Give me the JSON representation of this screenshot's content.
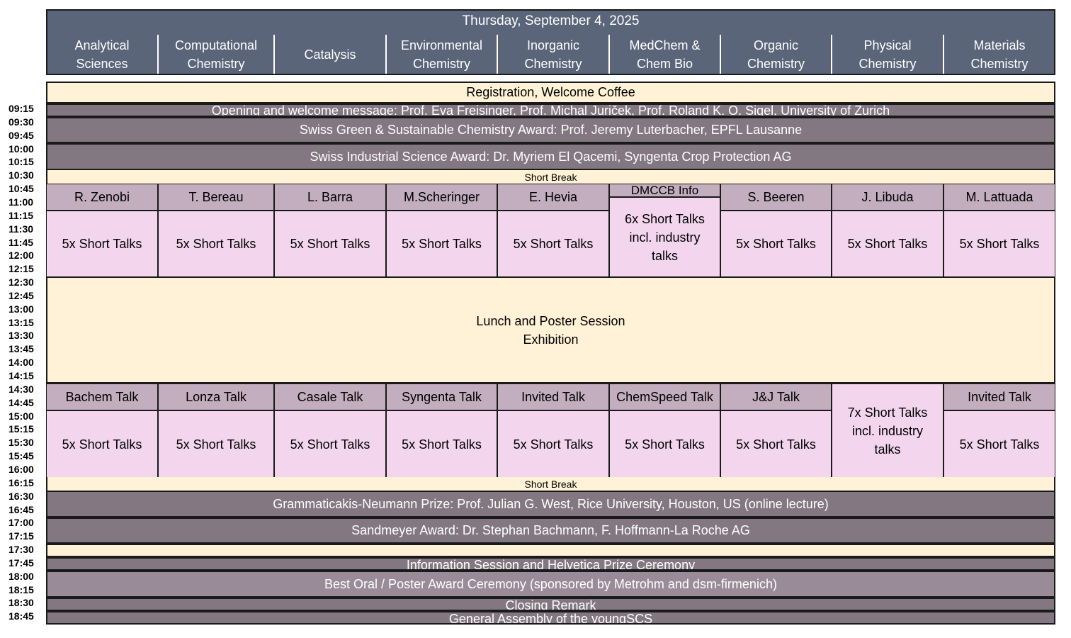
{
  "date": "Thursday, September 4, 2025",
  "columns": [
    "Analytical\nSciences",
    "Computational\nChemistry",
    "Catalysis",
    "Environmental\nChemistry",
    "Inorganic\nChemistry",
    "MedChem &\nChem Bio",
    "Organic\nChemistry",
    "Physical\nChemistry",
    "Materials\nChemistry"
  ],
  "times": [
    "09:15",
    "09:30",
    "09:45",
    "10:00",
    "10:15",
    "10:30",
    "10:45",
    "11:00",
    "11:15",
    "11:30",
    "11:45",
    "12:00",
    "12:15",
    "12:30",
    "12:45",
    "13:00",
    "13:15",
    "13:30",
    "13:45",
    "14:00",
    "14:15",
    "14:30",
    "14:45",
    "15:00",
    "15:15",
    "15:30",
    "15:45",
    "16:00",
    "16:15",
    "16:30",
    "16:45",
    "17:00",
    "17:15",
    "17:30",
    "17:45",
    "18:00",
    "18:15",
    "18:30",
    "18:45"
  ],
  "rows": {
    "registration": "Registration, Welcome Coffee",
    "opening": "Opening and welcome message: Prof. Eva Freisinger, Prof. Michal Juriček, Prof. Roland K. O. Sigel, University of Zurich",
    "green_award": "Swiss Green & Sustainable Chemistry Award: Prof. Jeremy Luterbacher, EPFL Lausanne",
    "industrial_award": "Swiss Industrial Science Award: Dr. Myriem El Qacemi, Syngenta Crop Protection AG",
    "short_break_1": "Short Break",
    "lunch": "Lunch and Poster Session\nExhibition",
    "short_break_2": "Short Break",
    "grammaticakis": "Grammaticakis-Neumann Prize: Prof. Julian G. West, Rice University, Houston, US (online lecture)",
    "sandmeyer": "Sandmeyer Award: Dr. Stephan Bachmann, F. Hoffmann-La Roche AG",
    "info_session": "Information Session and Helvetica Prize Ceremony",
    "best_oral": "Best Oral / Poster Award Ceremony (sponsored by Metrohm and dsm-firmenich)",
    "closing": "Closing Remark",
    "general_assembly": "General Assembly of the youngSCS"
  },
  "morning_speakers": [
    "R. Zenobi",
    "T. Bereau",
    "L. Barra",
    "M.Scheringer",
    "E. Hevia",
    "DMCCB Info",
    "S. Beeren",
    "J. Libuda",
    "M. Lattuada"
  ],
  "morning_talks": [
    "5x Short Talks",
    "5x Short Talks",
    "5x Short Talks",
    "5x Short Talks",
    "5x Short Talks",
    "6x Short Talks\nincl. industry\ntalks",
    "5x Short Talks",
    "5x Short Talks",
    "5x Short Talks"
  ],
  "afternoon_speakers": [
    "Bachem Talk",
    "Lonza Talk",
    "Casale Talk",
    "Syngenta Talk",
    "Invited Talk",
    "ChemSpeed Talk",
    "J&J  Talk",
    "7x Short Talks\nincl. industry\ntalks",
    "Invited Talk"
  ],
  "afternoon_talks": [
    "5x Short Talks",
    "5x Short Talks",
    "5x Short Talks",
    "5x Short Talks",
    "5x Short Talks",
    "5x Short Talks",
    "5x Short Talks",
    "",
    "5x Short Talks"
  ]
}
